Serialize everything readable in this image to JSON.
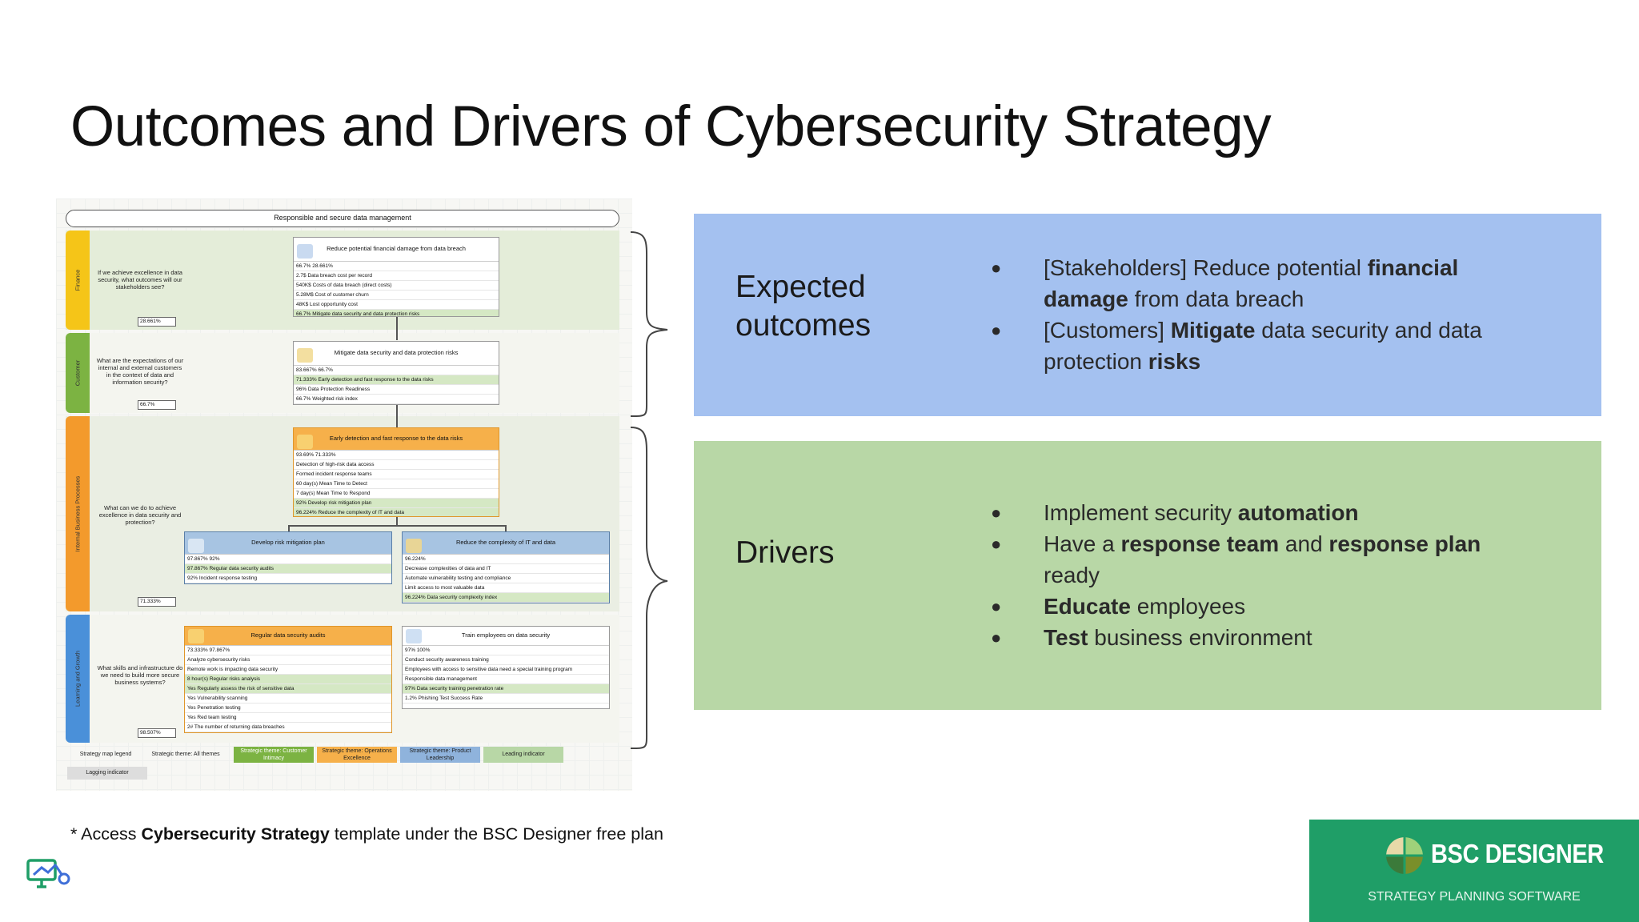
{
  "title": "Outcomes and Drivers of Cybersecurity Strategy",
  "strategy_map": {
    "mission": "Responsible and secure data management",
    "lanes": [
      {
        "name": "Finance",
        "question": "If we achieve excellence in data security, what outcomes will our stakeholders see?",
        "value": "28.661%",
        "color": "#f5c518"
      },
      {
        "name": "Customer",
        "question": "What are the expectations of our internal and external customers in the context of data and information security?",
        "value": "66.7%",
        "color": "#7cb342"
      },
      {
        "name": "Internal Business Processes",
        "question": "What can we do to achieve excellence in data security and protection?",
        "value": "71.333%",
        "color": "#f39a2c"
      },
      {
        "name": "Learning and Growth",
        "question": "What skills and infrastructure do we need to build more secure business systems?",
        "value": "98.507%",
        "color": "#4a90d9"
      }
    ],
    "boxes": [
      {
        "title": "Reduce potential financial damage from data breach",
        "rows": [
          "66.7%                                     28.661%",
          "2.7$   Data breach cost per record",
          "540K$   Costs of data breach (direct costs)",
          "5.28M$   Cost of customer churn",
          "48K$   Lost opportunity cost",
          "66.7%   Mitigate data security and data protection risks"
        ]
      },
      {
        "title": "Mitigate data security and data protection risks",
        "rows": [
          "83.667%                                  66.7%",
          "71.333%   Early detection and fast response to the data risks",
          "96%   Data Protection Readiness",
          "66.7%   Weighted risk index"
        ]
      },
      {
        "title": "Early detection and fast response to the data risks",
        "rows": [
          "93.69%                                   71.333%",
          "Detection of high-risk data access",
          "Formed incident response teams",
          "60 day(s)   Mean Time to Detect",
          "7 day(s)   Mean Time to Respond",
          "92%   Develop risk mitigation plan",
          "96.224%   Reduce the complexity of IT and data"
        ]
      },
      {
        "title": "Develop risk mitigation plan",
        "rows": [
          "97.867%                    92%",
          "97.867%   Regular data security audits",
          "92%   Incident response testing"
        ]
      },
      {
        "title": "Reduce the complexity of IT and data",
        "rows": [
          "                          96.224%",
          "Decrease complexities of data and IT",
          "Automate vulnerability testing and compliance",
          "Limit access to most valuable data",
          "96.224%   Data security complexity index"
        ]
      },
      {
        "title": "Regular data security audits",
        "rows": [
          "73.333%                       97.867%",
          "Analyze cybersecurity risks",
          "Remote work is impacting data security",
          "8 hour(s)   Regular risks analysis",
          "Yes   Regularly assess the risk of sensitive data",
          "Yes   Vulnerability scanning",
          "Yes   Penetration testing",
          "Yes   Red team testing",
          "2#   The number of returning data breaches"
        ]
      },
      {
        "title": "Train employees on data security",
        "rows": [
          "97%                                   100%",
          "Conduct security awareness training",
          "Employees with access to sensitive data need a special training program",
          "Responsible data management",
          "97%   Data security training penetration rate",
          "1.2%   Phishing Test Success Rate"
        ]
      }
    ],
    "legend": [
      "Strategy map legend",
      "Strategic theme: All themes",
      "Strategic theme: Customer Intimacy",
      "Strategic theme: Operations Excellence",
      "Strategic theme: Product Leadership",
      "Leading indicator",
      "Lagging indicator"
    ]
  },
  "outcomes": {
    "label_line1": "Expected",
    "label_line2": "outcomes",
    "items": [
      {
        "pre": "[Stakeholders] Reduce potential ",
        "b1": "financial",
        "br": "damage",
        "post": " from data breach"
      },
      {
        "pre": "[Customers] ",
        "b1": "Mitigate",
        "mid": " data security and data",
        "br_text": "protection ",
        "b2": "risks"
      }
    ],
    "color": "#a4c1f0"
  },
  "drivers": {
    "label": "Drivers",
    "items": [
      {
        "pre": "Implement security ",
        "b1": "automation"
      },
      {
        "pre": "Have a ",
        "b1": "response team",
        "mid": " and ",
        "b2": "response plan",
        "post": "ready"
      },
      {
        "b1": "Educate",
        "post": " employees"
      },
      {
        "b1": "Test",
        "post": " business environment"
      }
    ],
    "color": "#b8d7a6"
  },
  "footnote": {
    "pre": "* Access ",
    "bold": "Cybersecurity Strategy",
    "post": " template under the BSC Designer free plan"
  },
  "logo": {
    "name": "BSC DESIGNER",
    "tagline": "STRATEGY PLANNING SOFTWARE",
    "color": "#1f9e67"
  },
  "bullet": "●"
}
